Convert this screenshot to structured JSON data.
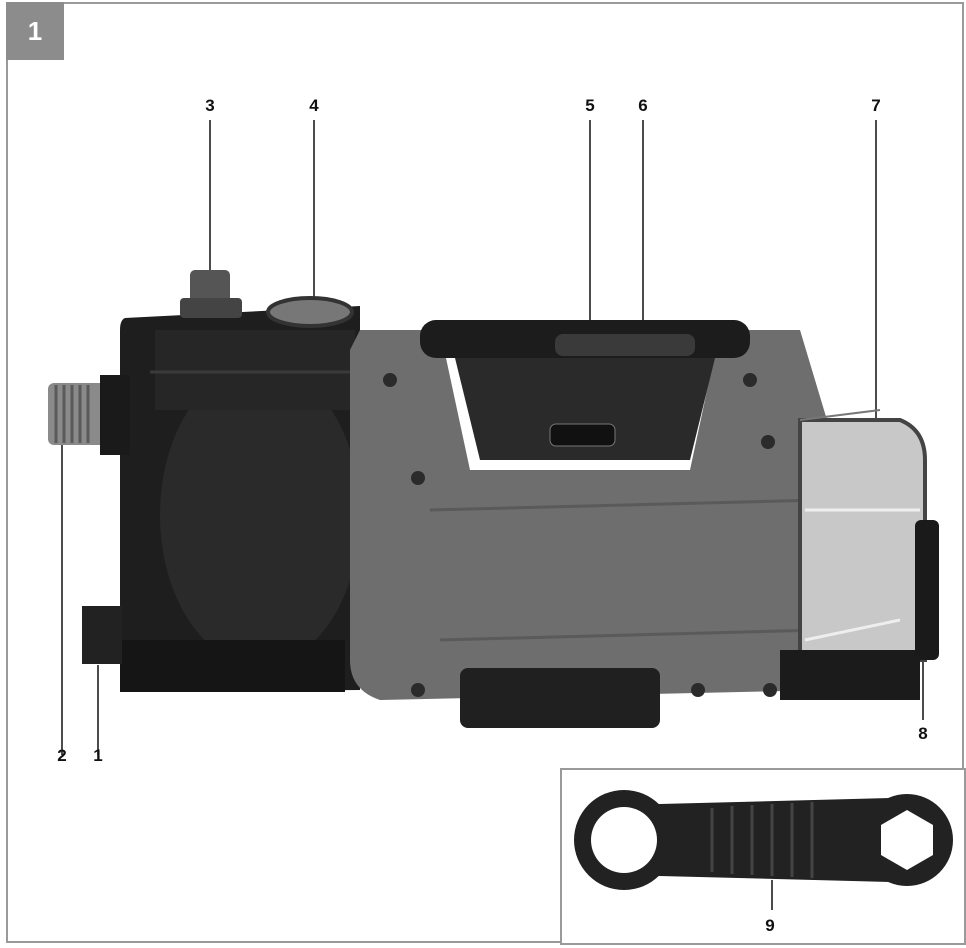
{
  "figure": {
    "number": "1"
  },
  "callouts": {
    "c1": "1",
    "c2": "2",
    "c3": "3",
    "c4": "4",
    "c5": "5",
    "c6": "6",
    "c7": "7",
    "c8": "8",
    "c9": "9"
  },
  "colors": {
    "tab": "#8c8c8c",
    "frame": "#9a9a9a",
    "housing_grey": "#6e6e6e",
    "plastic_black": "#1e1e1e"
  }
}
